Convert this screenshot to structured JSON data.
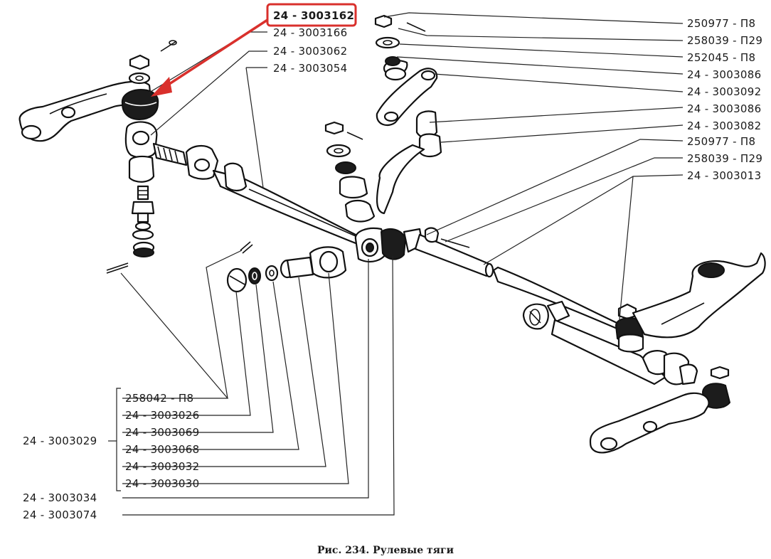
{
  "caption": "Рис. 234. Рулевые тяги",
  "highlight": {
    "label": "24 - 3003162",
    "color": "#d9302c"
  },
  "labels": {
    "top_left": [
      "24 - 3003166",
      "24 - 3003062",
      "24 - 3003054"
    ],
    "right": [
      "250977 - П8",
      "258039 - П29",
      "252045 - П8",
      "24 - 3003086",
      "24 - 3003092",
      "24 - 3003086",
      "24 - 3003082",
      "250977 - П8",
      "258039 - П29",
      "24 - 3003013"
    ],
    "group_name": "24 - 3003029",
    "group_items": [
      "258042 - П8",
      "24 - 3003026",
      "24 - 3003069",
      "24 - 3003068",
      "24 - 3003032",
      "24 - 3003030"
    ],
    "bottom": [
      "24 - 3003034",
      "24 - 3003074"
    ]
  }
}
